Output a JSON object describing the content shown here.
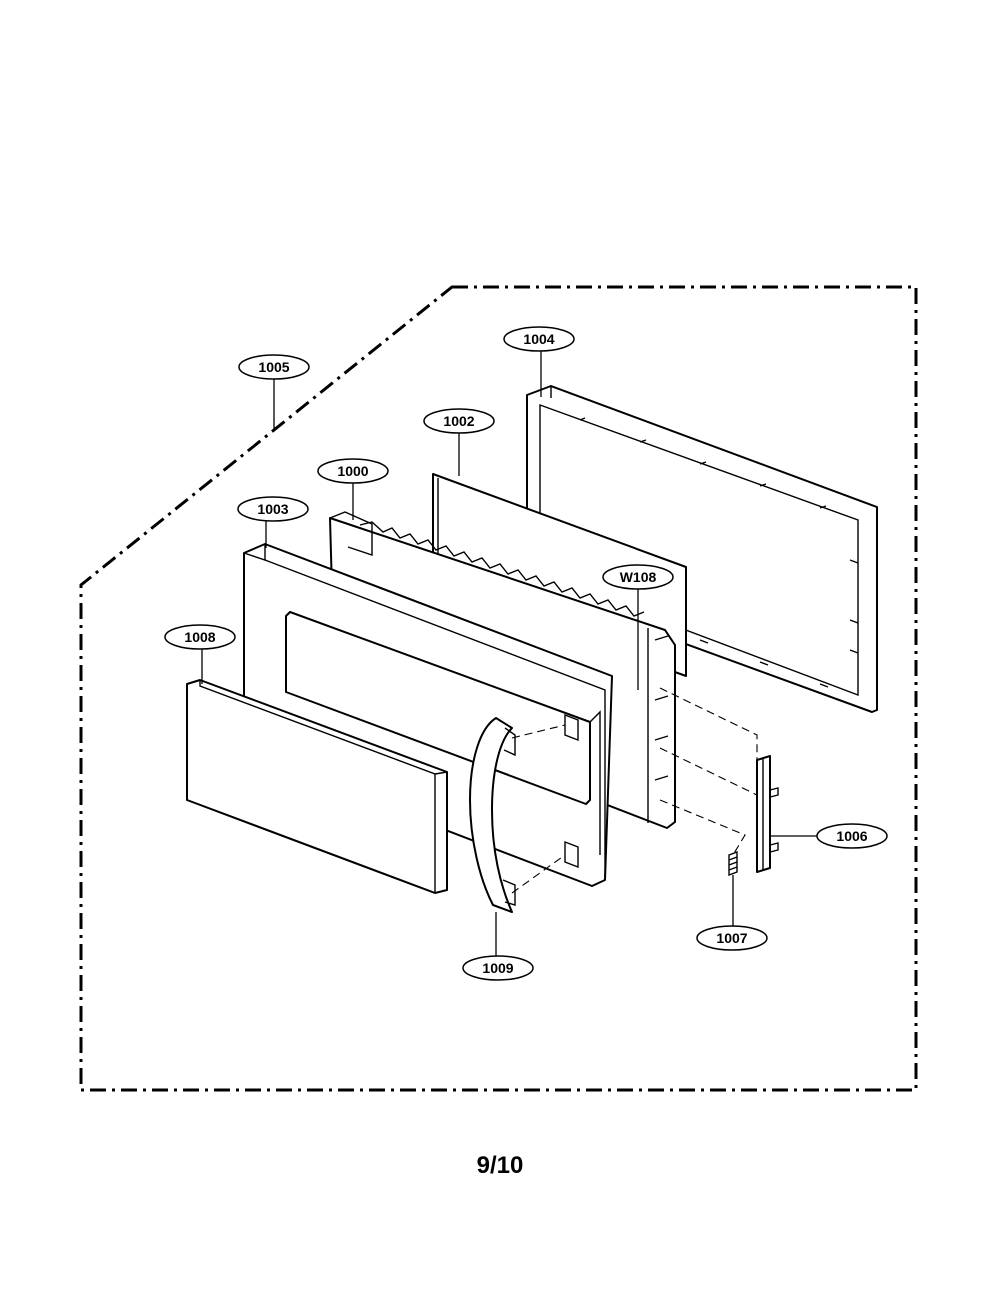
{
  "callouts": {
    "c1005": "1005",
    "c1004": "1004",
    "c1002": "1002",
    "c1000": "1000",
    "c1003": "1003",
    "cW108": "W108",
    "c1008": "1008",
    "c1006": "1006",
    "c1007": "1007",
    "c1009": "1009"
  },
  "page_number": "9/10"
}
